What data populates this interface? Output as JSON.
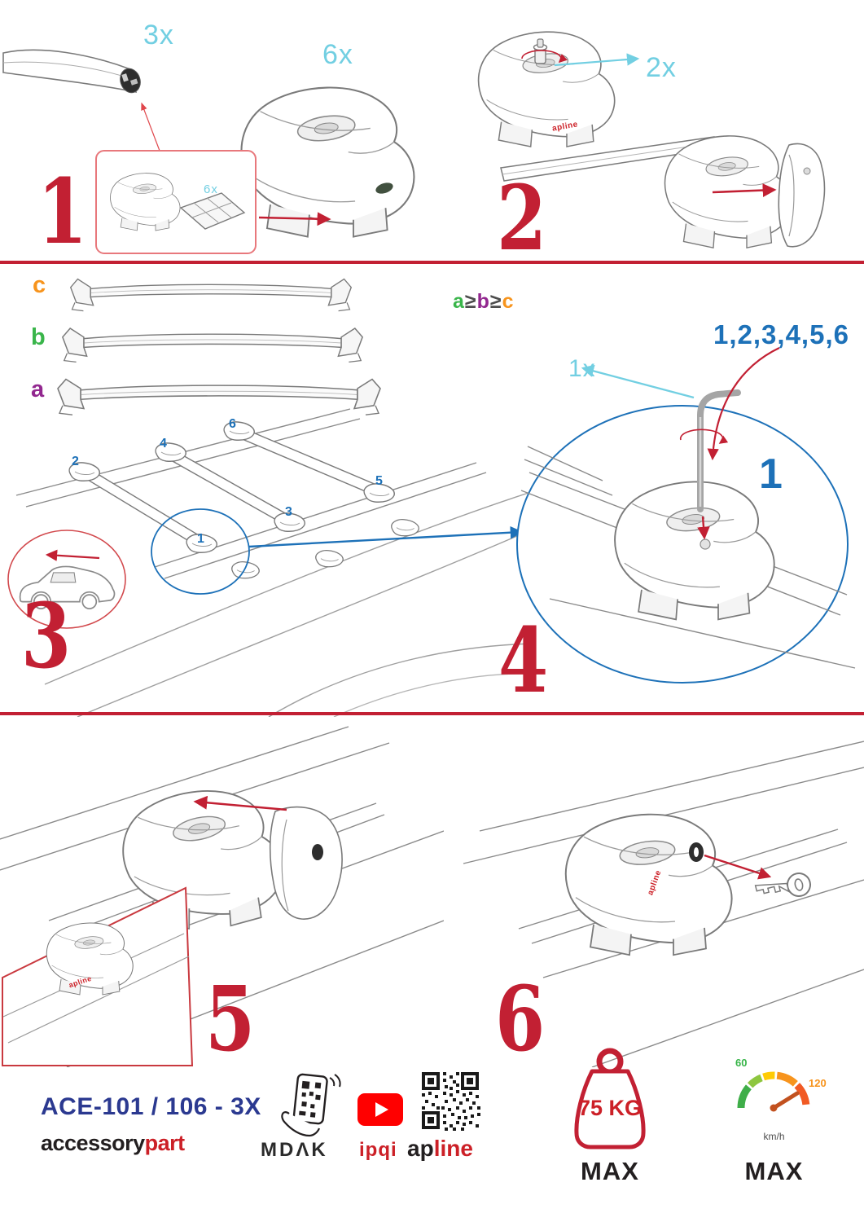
{
  "colors": {
    "accent_red": "#c22033",
    "quantity_cyan": "#72cfe2",
    "index_blue": "#1d71b8",
    "model_navy": "#2b3990",
    "label_a_purple": "#92278f",
    "label_b_green": "#39b54a",
    "label_c_orange": "#f7941d",
    "brand_red": "#cc2027",
    "youtube_red": "#ff0000"
  },
  "icons": {
    "phone": "phone-scan-icon",
    "youtube": "youtube-play-icon",
    "qr": "qr-code-icon",
    "weight": "weight-tag-icon",
    "speedometer": "speedometer-icon",
    "allen_key": "allen-key-icon",
    "key": "key-icon"
  },
  "steps": {
    "one": {
      "number": "1",
      "bar_qty": "3x",
      "foot_qty": "6x",
      "inset_qty": "6x"
    },
    "two": {
      "number": "2",
      "key_qty": "2x",
      "brand": "apline"
    },
    "three": {
      "number": "3",
      "label_a": "a",
      "label_b": "b",
      "label_c": "c",
      "formula": {
        "a": "a",
        "ge1": "≥",
        "b": "b",
        "ge2": "≥",
        "c": "c"
      },
      "pos1": "1",
      "pos2": "2",
      "pos3": "3",
      "pos4": "4",
      "pos5": "5",
      "pos6": "6"
    },
    "four": {
      "number": "4",
      "tool_qty": "1x",
      "sequence": "1,2,3,4,5,6",
      "highlight": "1"
    },
    "five": {
      "number": "5",
      "brand": "apline"
    },
    "six": {
      "number": "6",
      "brand": "apline"
    }
  },
  "footer": {
    "model": "ACE-101 / 106 - 3X",
    "brand_black": "accessory",
    "brand_red": "part",
    "partner_mdak": "MDΛK",
    "partner_ipqi": "ipqi",
    "logo_black": "ap",
    "logo_red": "line",
    "weight_limit": "75 KG",
    "weight_max_label": "MAX",
    "speed_low": "60",
    "speed_high": "120",
    "speed_unit": "km/h",
    "speed_max_label": "MAX"
  }
}
